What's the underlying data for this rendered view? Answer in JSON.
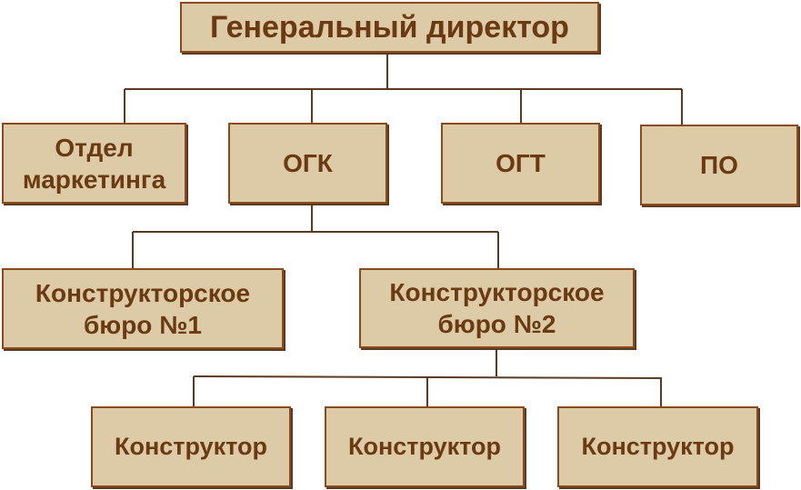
{
  "colors": {
    "box_fill": "#dccba6",
    "box_border": "#8b4a1c",
    "text": "#6b3a12",
    "connector": "#5a3a20"
  },
  "org": {
    "ceo": "Генеральный директор",
    "level1": [
      "Отдел\nмаркетинга",
      "ОГК",
      "ОГТ",
      "ПО"
    ],
    "level2": [
      "Конструкторское\nбюро №1",
      "Конструкторское\nбюро №2"
    ],
    "level3": [
      "Конструктор",
      "Конструктор",
      "Конструктор"
    ]
  }
}
